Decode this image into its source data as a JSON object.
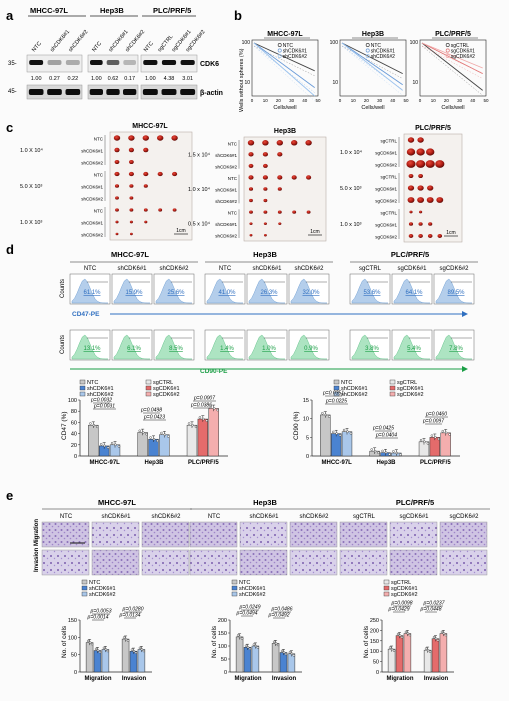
{
  "panels": {
    "a": {
      "letter": "a",
      "cell_lines": [
        "MHCC-97L",
        "Hep3B",
        "PLC/PRF/5"
      ],
      "lanes": [
        [
          "NTC",
          "shCDK6#1",
          "shCDK6#2"
        ],
        [
          "NTC",
          "shCDK6#1",
          "shCDK6#2"
        ],
        [
          "NTC",
          "sgCTRL",
          "sgCDK6#1",
          "sgCDK6#2"
        ]
      ],
      "markers": [
        "35-",
        "45-"
      ],
      "bands": [
        "CDK6",
        "β-actin"
      ],
      "quant": [
        [
          "1.00",
          "0.27",
          "0.22"
        ],
        [
          "1.00",
          "0.62",
          "0.17"
        ],
        [
          "1.00",
          "4.38",
          "3.01"
        ]
      ]
    },
    "b": {
      "letter": "b",
      "ylabel": "Wells without spheres (%)",
      "xlabel": "Cells/well",
      "titles": [
        "MHCC-97L",
        "Hep3B",
        "PLC/PRF/5"
      ],
      "legends": [
        [
          "NTC",
          "shCDK6#1",
          "shCDK6#2"
        ],
        [
          "NTC",
          "shCDK6#1",
          "shCDK6#2"
        ],
        [
          "sgCTRL",
          "sgCDK6#1",
          "sgCDK6#2"
        ]
      ],
      "yticks": [
        "100",
        "10"
      ],
      "xticks": [
        "0",
        "10",
        "20",
        "30",
        "40",
        "50"
      ]
    },
    "c": {
      "letter": "c",
      "titles": [
        "MHCC-97L",
        "Hep3B",
        "PLC/PRF/5"
      ],
      "doses": [
        [
          "1.0 X 10⁴",
          "5.0 X 10³",
          "1.0 X 10³"
        ],
        [
          "1.5 x 10⁴",
          "1.0 x 10⁴",
          "0.5 x 10⁴"
        ],
        [
          "1.0 x 10⁴",
          "5.0 x 10³",
          "1.0 x 10³"
        ]
      ],
      "groups": [
        [
          "NTC",
          "shCDK6#1",
          "shCDK6#2"
        ],
        [
          "NTC",
          "shCDK6#1",
          "shCDK6#2"
        ],
        [
          "sgCTRL",
          "sgCDK6#1",
          "sgCDK6#2"
        ]
      ],
      "scale": "1cm"
    },
    "d": {
      "letter": "d",
      "titles": [
        "MHCC-97L",
        "Hep3B",
        "PLC/PRF/5"
      ],
      "groups": [
        [
          "NTC",
          "shCDK6#1",
          "shCDK6#2"
        ],
        [
          "NTC",
          "shCDK6#1",
          "shCDK6#2"
        ],
        [
          "sgCTRL",
          "sgCDK6#1",
          "sgCDK6#2"
        ]
      ],
      "counts_label": "Counts",
      "cd47_label": "CD47-PE",
      "cd90_label": "CD90-PE",
      "cd47_pct": [
        "61.1%",
        "15.9%",
        "25.6%",
        "41.0%",
        "26.3%",
        "32.0%",
        "53.6%",
        "64.1%",
        "89.5%"
      ],
      "cd90_pct": [
        "13.1%",
        "6.1%",
        "8.5%",
        "1.4%",
        "1.0%",
        "0.9%",
        "3.8%",
        "5.4%",
        "7.8%"
      ],
      "legend_left": [
        "NTC",
        "shCDK6#1",
        "shCDK6#2"
      ],
      "legend_right": [
        "sgCTRL",
        "sgCDK6#1",
        "sgCDK6#2"
      ],
      "cd47_chart": {
        "ylabel": "CD47 (%)",
        "yticks": [
          "0",
          "20",
          "40",
          "60",
          "80",
          "100"
        ],
        "groups": [
          "MHCC-97L",
          "Hep3B",
          "PLC/PRF/5"
        ],
        "pvals": [
          "p=0.0032",
          "p=0.0031",
          "p=0.0498",
          "p=0.0423",
          "p=0.0007",
          "p=0.0386"
        ]
      },
      "cd90_chart": {
        "ylabel": "CD90 (%)",
        "yticks": [
          "0",
          "5",
          "10",
          "15"
        ],
        "groups": [
          "MHCC-97L",
          "Hep3B",
          "PLC/PRF/5"
        ],
        "pvals": [
          "p=0.0351",
          "p=0.0225",
          "p=0.0425",
          "p=0.0404",
          "p=0.0460",
          "p=0.0097"
        ]
      }
    },
    "e": {
      "letter": "e",
      "titles": [
        "MHCC-97L",
        "Hep3B",
        "PLC/PRF/5"
      ],
      "groups": [
        [
          "NTC",
          "shCDK6#1",
          "shCDK6#2"
        ],
        [
          "NTC",
          "shCDK6#1",
          "shCDK6#2"
        ],
        [
          "sgCTRL",
          "sgCDK6#1",
          "sgCDK6#2"
        ]
      ],
      "rows": [
        "Migration",
        "Invasion"
      ],
      "ylabel": "No. of cells",
      "xcats": [
        "Migration",
        "Invasion"
      ],
      "charts": [
        {
          "yticks": [
            "0",
            "50",
            "100",
            "150"
          ],
          "legend": [
            "NTC",
            "shCDK6#1",
            "shCDK6#2"
          ],
          "pvals": [
            "p=0.0053",
            "p=0.0014",
            "p=0.0280",
            "p=0.0134"
          ]
        },
        {
          "yticks": [
            "0",
            "50",
            "100",
            "150",
            "200"
          ],
          "legend": [
            "NTC",
            "shCDK6#1",
            "shCDK6#2"
          ],
          "pvals": [
            "p=0.0249",
            "p=0.0494",
            "p=0.0486",
            "p=0.0492"
          ]
        },
        {
          "yticks": [
            "0",
            "50",
            "100",
            "150",
            "200",
            "250"
          ],
          "legend": [
            "sgCTRL",
            "sgCDK6#1",
            "sgCDK6#2"
          ],
          "pvals": [
            "p=0.0098",
            "p=0.0429",
            "p=0.0237",
            "p=0.0448"
          ]
        }
      ]
    }
  },
  "chart_data": [
    {
      "type": "bar",
      "title": "",
      "ylabel": "CD47 (%)",
      "ylim": [
        0,
        100
      ],
      "categories": [
        "MHCC-97L",
        "Hep3B",
        "PLC/PRF/5"
      ],
      "series": [
        {
          "name": "NTC",
          "values": [
            55,
            42,
            null
          ]
        },
        {
          "name": "shCDK6#1",
          "values": [
            18,
            30,
            null
          ]
        },
        {
          "name": "shCDK6#2",
          "values": [
            20,
            38,
            null
          ]
        },
        {
          "name": "sgCTRL",
          "values": [
            null,
            null,
            55
          ]
        },
        {
          "name": "sgCDK6#1",
          "values": [
            null,
            null,
            66
          ]
        },
        {
          "name": "sgCDK6#2",
          "values": [
            null,
            null,
            85
          ]
        }
      ]
    },
    {
      "type": "bar",
      "title": "",
      "ylabel": "CD90 (%)",
      "ylim": [
        0,
        15
      ],
      "categories": [
        "MHCC-97L",
        "Hep3B",
        "PLC/PRF/5"
      ],
      "series": [
        {
          "name": "NTC",
          "values": [
            11,
            1.3,
            null
          ]
        },
        {
          "name": "shCDK6#1",
          "values": [
            6,
            0.9,
            null
          ]
        },
        {
          "name": "shCDK6#2",
          "values": [
            6.5,
            0.8,
            null
          ]
        },
        {
          "name": "sgCTRL",
          "values": [
            null,
            null,
            3.8
          ]
        },
        {
          "name": "sgCDK6#1",
          "values": [
            null,
            null,
            5
          ]
        },
        {
          "name": "sgCDK6#2",
          "values": [
            null,
            null,
            6.2
          ]
        }
      ]
    },
    {
      "type": "bar",
      "title": "",
      "ylabel": "No. of cells",
      "ylim": [
        0,
        150
      ],
      "categories": [
        "Migration",
        "Invasion"
      ],
      "series": [
        {
          "name": "NTC",
          "values": [
            85,
            95
          ]
        },
        {
          "name": "shCDK6#1",
          "values": [
            62,
            60
          ]
        },
        {
          "name": "shCDK6#2",
          "values": [
            65,
            65
          ]
        }
      ]
    },
    {
      "type": "bar",
      "title": "",
      "ylabel": "No. of cells",
      "ylim": [
        0,
        200
      ],
      "categories": [
        "Migration",
        "Invasion"
      ],
      "series": [
        {
          "name": "NTC",
          "values": [
            135,
            110
          ]
        },
        {
          "name": "shCDK6#1",
          "values": [
            95,
            75
          ]
        },
        {
          "name": "shCDK6#2",
          "values": [
            100,
            70
          ]
        }
      ]
    },
    {
      "type": "bar",
      "title": "",
      "ylabel": "No. of cells",
      "ylim": [
        0,
        250
      ],
      "categories": [
        "Migration",
        "Invasion"
      ],
      "series": [
        {
          "name": "sgCTRL",
          "values": [
            110,
            105
          ]
        },
        {
          "name": "sgCDK6#1",
          "values": [
            175,
            160
          ]
        },
        {
          "name": "sgCDK6#2",
          "values": [
            185,
            185
          ]
        }
      ]
    }
  ]
}
